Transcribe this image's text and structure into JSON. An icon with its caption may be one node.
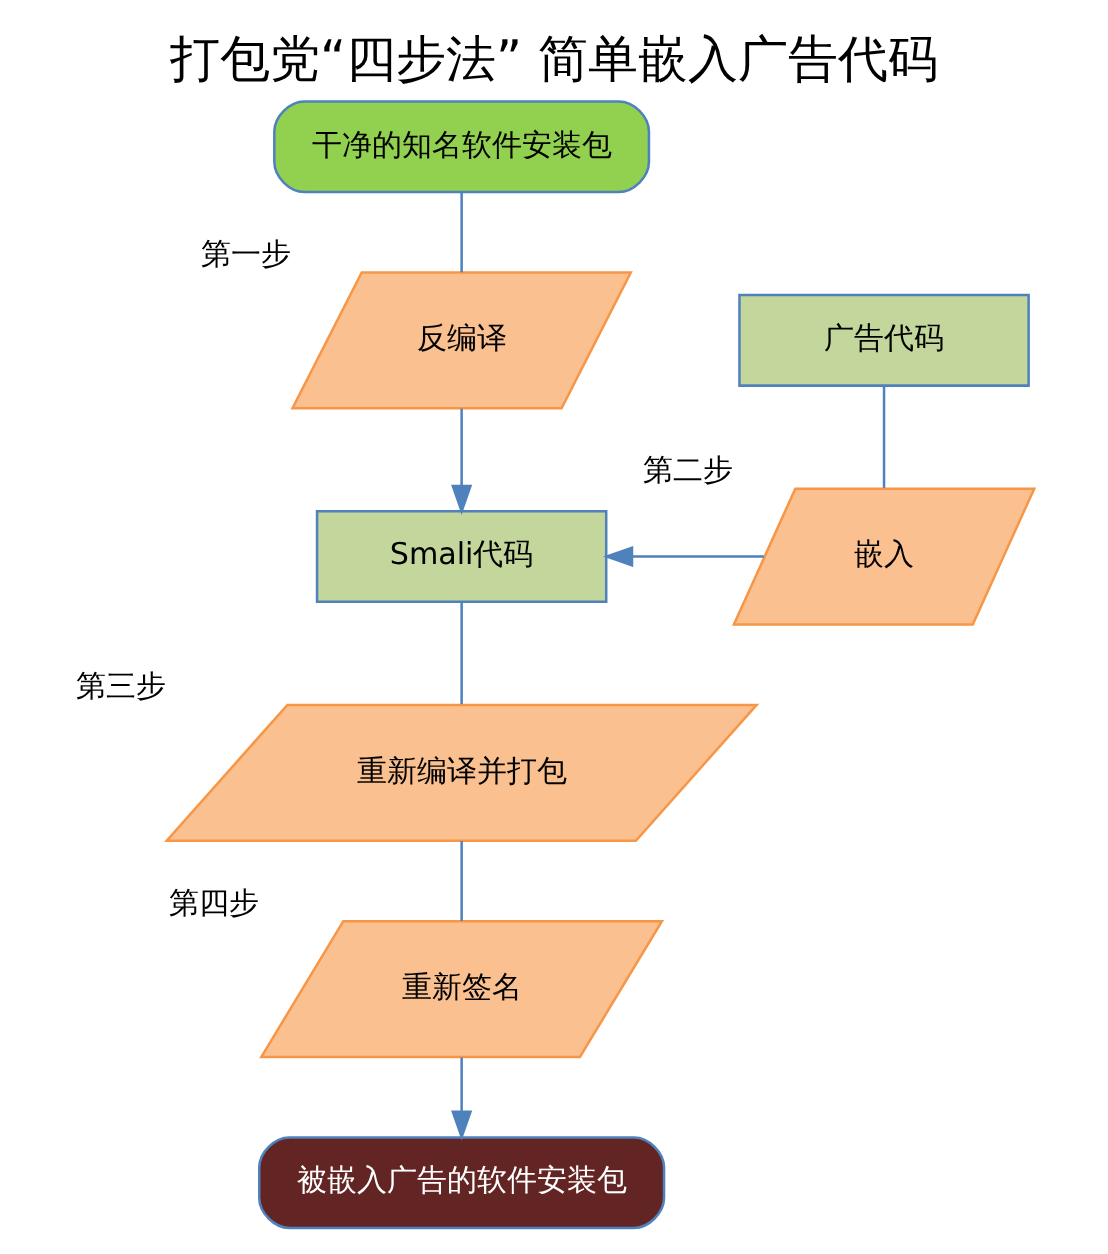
{
  "diagram": {
    "title": "打包党“四步法” 简单嵌入广告代码",
    "nodes": [
      {
        "text": [
          "干净的知名软件安装包"
        ]
      },
      {
        "text": [
          "反编译"
        ],
        "beside": [
          "第一步"
        ]
      },
      {
        "text": [
          "Smali代码"
        ]
      },
      {
        "text": [
          "广告代码"
        ]
      },
      {
        "text": [
          "嵌入"
        ],
        "beside": [
          "第二步"
        ]
      },
      {
        "text": [
          "重新编译并打包"
        ],
        "beside": [
          "第三步"
        ]
      },
      {
        "text": [
          "重新签名"
        ],
        "beside": [
          "第四步"
        ]
      },
      {
        "text": [
          "被嵌入广告的软件安装包"
        ]
      }
    ],
    "edges": [
      {
        "from": 0,
        "to": 1,
        "arrow": "none"
      },
      {
        "from": 1,
        "to": 2,
        "arrow": "to"
      },
      {
        "from": 3,
        "to": 4,
        "arrow": "none"
      },
      {
        "from": 4,
        "to": 2,
        "arrow": "to"
      },
      {
        "from": 2,
        "to": 5,
        "arrow": "none"
      },
      {
        "from": 5,
        "to": 6,
        "arrow": "none"
      },
      {
        "from": 6,
        "to": 7,
        "arrow": "to"
      }
    ]
  }
}
